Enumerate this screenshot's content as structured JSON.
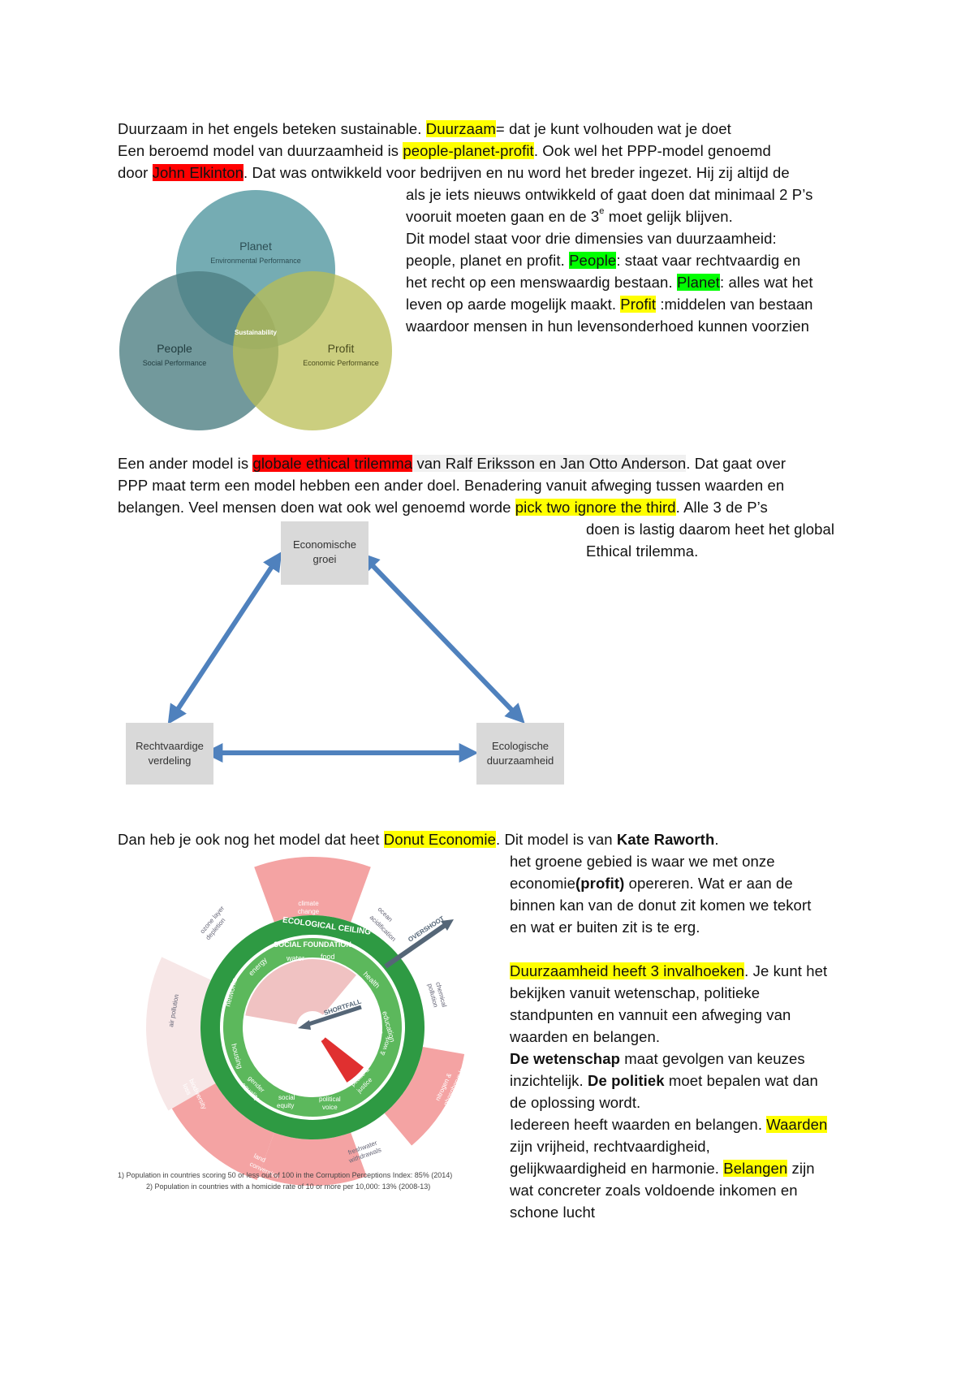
{
  "p1": {
    "l1a": "Duurzaam in het engels beteken sustainable. ",
    "l1b": "Duurzaam",
    "l1c": "= dat je kunt volhouden wat je doet",
    "l2a": "Een beroemd model van duurzaamheid is ",
    "l2b": "people-planet-profit",
    "l2c": ".  Ook wel het PPP-model genoemd",
    "l3a": "door ",
    "l3b": "John Elkinton",
    "l3c": ". Dat was ontwikkeld voor bedrijven en nu word het breder ingezet. Hij zij altijd de",
    "l4": "als je iets nieuws ontwikkeld of gaat doen dat minimaal 2 P’s",
    "l5a": "vooruit moeten gaan en de 3",
    "l5sup": "e",
    "l5b": " moet gelijk blijven.",
    "l6": " Dit model staat voor drie dimensies van duurzaamheid:",
    "l7a": "people, planet en profit. ",
    "l7b": "People",
    "l7c": ": staat vaar rechtvaardig en",
    "l8a": "het recht op een menswaardig bestaan. ",
    "l8b": "Planet",
    "l8c": ": alles wat het",
    "l9a": "leven op aarde mogelijk maakt. ",
    "l9b": "Profit",
    "l9c": " :middelen van bestaan",
    "l10": "waardoor mensen in hun levensonderhoed kunnen voorzien"
  },
  "venn": {
    "planet_title": "Planet",
    "planet_sub": "Environmental Performance",
    "people_title": "People",
    "people_sub": "Social Performance",
    "profit_title": "Profit",
    "profit_sub": "Economic Performance",
    "center": "Sustainability",
    "colors": {
      "planet": "#5d9ea6",
      "people": "#4f7f83",
      "profit": "#b9bd54"
    }
  },
  "p2": {
    "l1a": "Een ander model is ",
    "l1b": "globale ethical trilemma",
    "l1c": " van Ralf Eriksson en Jan Otto Anderson",
    "l1d": ". Dat gaat over",
    "l2": "PPP maat term een model hebben een ander doel. Benadering vanuit afweging tussen waarden en",
    "l3a": "belangen. Veel mensen doen wat ook wel genoemd worde ",
    "l3b": "pick two ignore the third",
    "l3c": ". Alle 3 de P’s",
    "l4": "doen is lastig daarom heet het global",
    "l5": "Ethical trilemma."
  },
  "trilemma": {
    "top_1": "Economische",
    "top_2": "groei",
    "left_1": "Rechtvaardige",
    "left_2": "verdeling",
    "right_1": "Ecologische",
    "right_2": "duurzaamheid",
    "arrow_color": "#4f81bd"
  },
  "p3": {
    "l1a": "Dan heb je ook nog het model dat heet ",
    "l1b": "Donut Economie",
    "l1c": ". Dit model is van ",
    "l1d": "Kate Raworth",
    "l1e": ".",
    "l2": "het groene gebied is waar we met onze",
    "l3a": "economie",
    "l3b": "(profit)",
    "l3c": " opereren. Wat er aan de",
    "l4": "binnen kan van de donut zit komen we tekort",
    "l5": "en wat er buiten zit is te erg.",
    "l6a": "Duurzaamheid heeft 3 invalhoeken",
    "l6b": ". Je kunt het",
    "l7": "bekijken vanuit wetenschap, politieke",
    "l8": "standpunten en vannuit een afweging van",
    "l9": "waarden en belangen.",
    "l10a": "De wetenschap",
    "l10b": " maat gevolgen van keuzes",
    "l11a": "inzichtelijk. ",
    "l11b": "De politiek",
    "l11c": " moet bepalen wat dan",
    "l12": "de oplossing wordt.",
    "l13a": "Iedereen heeft waarden en belangen. ",
    "l13b": "Waarden",
    "l14": "zijn vrijheid, rechtvaardigheid,",
    "l15a": "gelijkwaardigheid en harmonie. ",
    "l15b": "Belangen",
    "l15c": " zijn",
    "l16": "wat concreter zoals voldoende inkomen en",
    "l17": "schone lucht"
  },
  "donut": {
    "ceiling": "ECOLOGICAL CEILING",
    "foundation": "SOCIAL FOUNDATION",
    "overshoot": "OVERSHOOT",
    "shortfall": "SHORTFALL",
    "outer": {
      "climate": [
        "climate",
        "change"
      ],
      "acid": [
        "ocean",
        "acidification"
      ],
      "chem": [
        "chemical",
        "pollution"
      ],
      "nitro": [
        "nitrogen &",
        "phosphorus loading"
      ],
      "fresh": [
        "freshwater",
        "withdrawals"
      ],
      "land": [
        "land",
        "conversion"
      ],
      "bio": [
        "biodiversity",
        "loss"
      ],
      "air": [
        "air pollution"
      ],
      "ozone": [
        "ozone layer",
        "depletion"
      ]
    },
    "inner": {
      "water": "water",
      "food": "food",
      "health": "health",
      "education": "education",
      "income": [
        "income",
        "& work"
      ],
      "peace": [
        "peace &",
        "justice"
      ],
      "political": [
        "political",
        "voice"
      ],
      "social": [
        "social",
        "equity"
      ],
      "gender": [
        "gender",
        "equality"
      ],
      "housing": "housing",
      "networks": "networks",
      "energy": "energy"
    },
    "colors": {
      "green_dark": "#2e9a43",
      "green_light": "#5cb85c",
      "overshoot": "#f4a3a3",
      "shortfall": "#e03030",
      "arrow": "#556677"
    }
  },
  "footnotes": {
    "f1": "1) Population in countries scoring 50 or less out of 100 in the Corruption Perceptions Index: 85% (2014)",
    "f2": "2) Population in countries with a homicide rate of 10 or more per 10,000: 13% (2008-13)"
  }
}
